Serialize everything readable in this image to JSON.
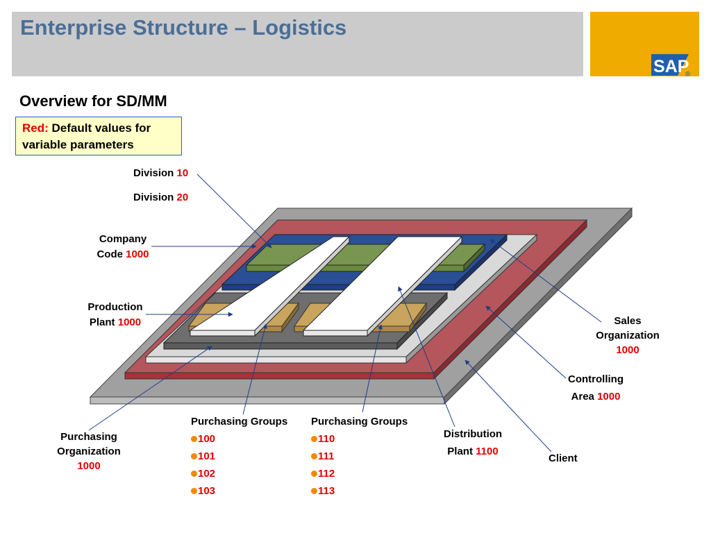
{
  "header": {
    "title": "Enterprise Structure – Logistics"
  },
  "logo": {
    "text": "SAP",
    "registered": "®"
  },
  "subtitle": "Overview for SD/MM",
  "legend": {
    "key": "Red:",
    "text": "Default values for variable parameters"
  },
  "labels": {
    "division_10": {
      "text": "Division",
      "value": "10"
    },
    "division_20": {
      "text": "Division",
      "value": "20"
    },
    "company_code": {
      "line1": "Company",
      "line2": "Code",
      "value": "1000"
    },
    "production_plant": {
      "line1": "Production",
      "line2": "Plant",
      "value": "1000"
    },
    "sales_org": {
      "line1": "Sales",
      "line2": "Organization",
      "value": "1000"
    },
    "controlling_area": {
      "line1": "Controlling",
      "line2": "Area",
      "value": "1000"
    },
    "distribution_plant": {
      "line1": "Distribution",
      "line2": "Plant",
      "value": "1100"
    },
    "client": {
      "text": "Client"
    },
    "purchasing_org": {
      "line1": "Purchasing",
      "line2": "Organization",
      "value": "1000"
    }
  },
  "purchasing_groups": [
    {
      "title": "Purchasing Groups",
      "items": [
        "100",
        "101",
        "102",
        "103"
      ]
    },
    {
      "title": "Purchasing Groups",
      "items": [
        "110",
        "111",
        "112",
        "113"
      ]
    }
  ],
  "colors": {
    "title": "#4b6e96",
    "header_bg": "#cbcbcb",
    "logo_bg": "#f0ab00",
    "logo_blue": "#1f5fae",
    "client": "#a0a0a0",
    "controlling": "#b5565c",
    "company": "#d9d9d9",
    "sales": "#2a4f95",
    "division": "#78964f",
    "plant": "#6e6e6e",
    "storage": "#c9a45c",
    "highlight": "#e00000",
    "bullet": "#f08a00"
  }
}
